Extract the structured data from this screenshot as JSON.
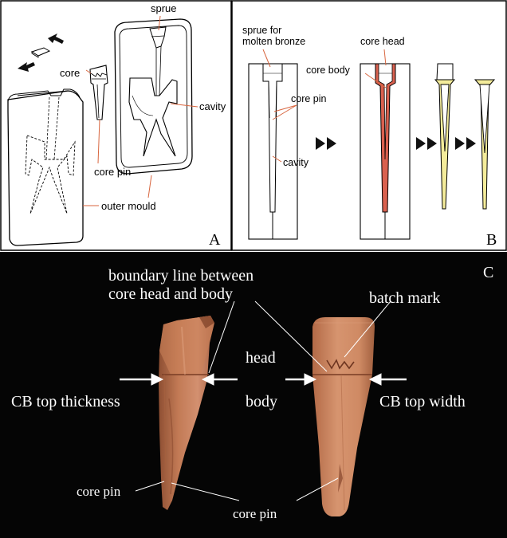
{
  "panel_a": {
    "letter": "A",
    "labels": {
      "sprue": "sprue",
      "core": "core",
      "cavity": "cavity",
      "core_pin": "core pin",
      "outer_mould": "outer mould"
    }
  },
  "panel_b": {
    "letter": "B",
    "labels": {
      "sprue_line1": "sprue for",
      "sprue_line2": "molten bronze",
      "core_pin": "core pin",
      "cavity": "cavity",
      "core_head": "core head",
      "core_body": "core body"
    },
    "colors": {
      "core_body": "#d9614f",
      "bronze": "#f4ec9b"
    }
  },
  "panel_c": {
    "letter": "C",
    "labels": {
      "boundary_line1": "boundary line between",
      "boundary_line2": "core head and body",
      "batch_mark": "batch mark",
      "head": "head",
      "body": "body",
      "cb_top_thickness": "CB top thickness",
      "cb_top_width": "CB top width",
      "core_pin_left": "core pin",
      "core_pin_right": "core pin"
    },
    "colors": {
      "background": "#050505",
      "clay": "#c98058",
      "clay_dark": "#9a5838"
    }
  }
}
